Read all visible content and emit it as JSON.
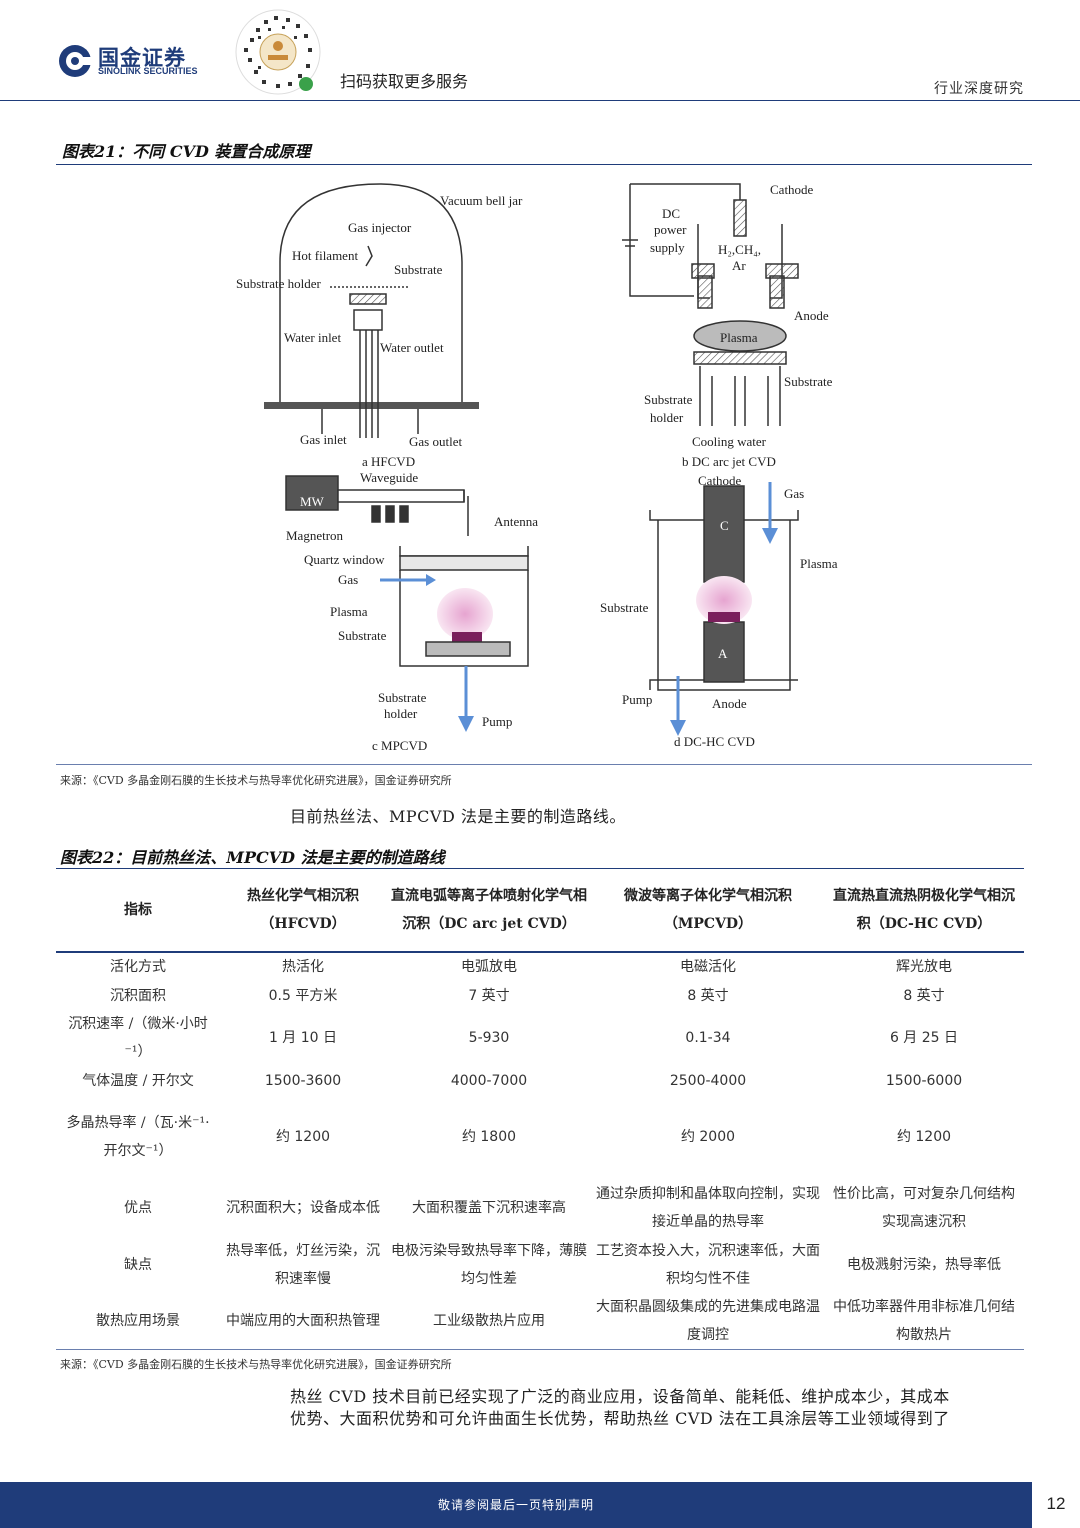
{
  "header": {
    "logo_cn": "国金证券",
    "logo_en": "SINOLINK SECURITIES",
    "scan_text": "扫码获取更多服务",
    "report_type": "行业深度研究"
  },
  "figure21": {
    "title": "图表21：不同 CVD 装置合成原理",
    "diagrams": {
      "a": {
        "labels": [
          "Vacuum bell jar",
          "Gas injector",
          "Hot filament",
          "Substrate",
          "Substrate holder",
          "Water inlet",
          "Water outlet",
          "Gas inlet",
          "Gas outlet"
        ],
        "caption": "a  HFCVD"
      },
      "b": {
        "labels": [
          "Cathode",
          "DC",
          "power",
          "supply",
          "H₂,CH₄,",
          "Ar",
          "Anode",
          "Plasma",
          "Substrate",
          "Substrate",
          "holder",
          "Cooling water"
        ],
        "caption": "b  DC arc jet CVD"
      },
      "c": {
        "labels": [
          "Waveguide",
          "MW",
          "Magnetron",
          "Antenna",
          "Quartz window",
          "Gas",
          "Plasma",
          "Substrate",
          "Substrate",
          "holder",
          "Pump"
        ],
        "caption": "c  MPCVD"
      },
      "d": {
        "labels": [
          "Cathode",
          "Gas",
          "C",
          "Plasma",
          "Substrate",
          "A",
          "Pump",
          "Anode"
        ],
        "caption": "d  DC-HC CVD"
      }
    },
    "source": "来源：《CVD 多晶金刚石膜的生长技术与热导率优化研究进展》，国金证券研究所"
  },
  "intro_sentence": "目前热丝法、MPCVD 法是主要的制造路线。",
  "figure22": {
    "title": "图表22：目前热丝法、MPCVD 法是主要的制造路线",
    "columns": [
      "指标",
      "热丝化学气相沉积（HFCVD）",
      "直流电弧等离子体喷射化学气相沉积（DC arc jet CVD）",
      "微波等离子体化学气相沉积（MPCVD）",
      "直流热直流热阴极化学气相沉积（DC-HC CVD）"
    ],
    "rows": [
      [
        "活化方式",
        "热活化",
        "电弧放电",
        "电磁活化",
        "辉光放电"
      ],
      [
        "沉积面积",
        "0.5 平方米",
        "7 英寸",
        "8 英寸",
        "8 英寸"
      ],
      [
        "沉积速率 /（微米·小时⁻¹）",
        "1 月 10 日",
        "5-930",
        "0.1-34",
        "6 月 25 日"
      ],
      [
        "气体温度 / 开尔文",
        "1500-3600",
        "4000-7000",
        "2500-4000",
        "1500-6000"
      ],
      [
        "多晶热导率 /（瓦·米⁻¹·开尔文⁻¹）",
        "约 1200",
        "约 1800",
        "约 2000",
        "约 1200"
      ],
      [
        "优点",
        "沉积面积大；设备成本低",
        "大面积覆盖下沉积速率高",
        "通过杂质抑制和晶体取向控制，实现接近单晶的热导率",
        "性价比高，可对复杂几何结构实现高速沉积"
      ],
      [
        "缺点",
        "热导率低，灯丝污染，沉积速率慢",
        "电极污染导致热导率下降，薄膜均匀性差",
        "工艺资本投入大，沉积速率低，大面积均匀性不佳",
        "电极溅射污染，热导率低"
      ],
      [
        "散热应用场景",
        "中端应用的大面积热管理",
        "工业级散热片应用",
        "大面积晶圆级集成的先进集成电路温度调控",
        "中低功率器件用非标准几何结构散热片"
      ]
    ],
    "source": "来源：《CVD 多晶金刚石膜的生长技术与热导率优化研究进展》，国金证券研究所"
  },
  "closing_paragraph": {
    "line1": "热丝 CVD 技术目前已经实现了广泛的商业应用，设备简单、能耗低、维护成本少，其成本",
    "line2": "优势、大面积优势和可允许曲面生长优势，帮助热丝 CVD 法在工具涂层等工业领域得到了"
  },
  "footer": {
    "notice": "敬请参阅最后一页特别声明",
    "page_number": "12"
  },
  "colors": {
    "brand": "#1f3c7a",
    "plasma": "#e8a0c8",
    "substrate": "#7a1f5c",
    "arrow": "#5b8fd6"
  }
}
